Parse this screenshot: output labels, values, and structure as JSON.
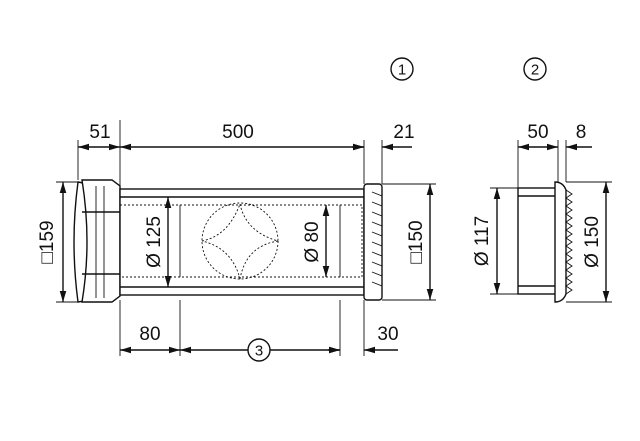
{
  "callouts": {
    "c1": "1",
    "c2": "2",
    "c3": "3"
  },
  "dims": {
    "d51": "51",
    "d500": "500",
    "d21": "21",
    "d50": "50",
    "d8": "8",
    "d80": "80",
    "d30": "30",
    "dsq159": "□159",
    "dphi125": "Ø 125",
    "dphi80": "Ø 80",
    "dsq150": "□150",
    "dphi117": "Ø 117",
    "dphi150": "Ø 150"
  }
}
